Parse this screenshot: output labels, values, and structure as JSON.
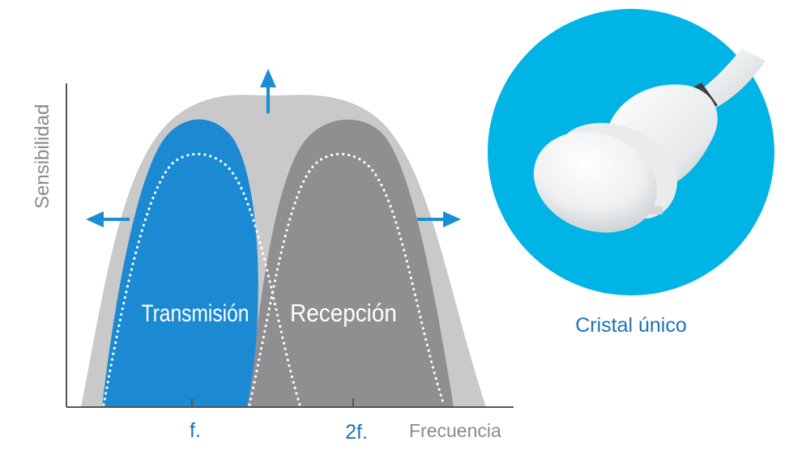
{
  "diagram": {
    "y_axis_label": "Sensibilidad",
    "x_axis_label": "Frecuencia",
    "tick_fundamental": "f.",
    "tick_harmonic": "2f.",
    "transmission_label": "Transmisión",
    "reception_label": "Recepción",
    "probe_caption": "Cristal único"
  },
  "colors": {
    "transmission": "#1b8ad3",
    "reception": "#8f8f91",
    "envelope": "#c9c9ca",
    "arrow": "#1a8fd0",
    "probe_circle": "#00b4e6",
    "caption": "#1a73b8",
    "axis": "#555555"
  },
  "icons": {
    "arrow_up": "arrow-up-icon",
    "arrow_left": "arrow-left-icon",
    "arrow_right": "arrow-right-icon",
    "probe": "ultrasound-probe-icon"
  }
}
